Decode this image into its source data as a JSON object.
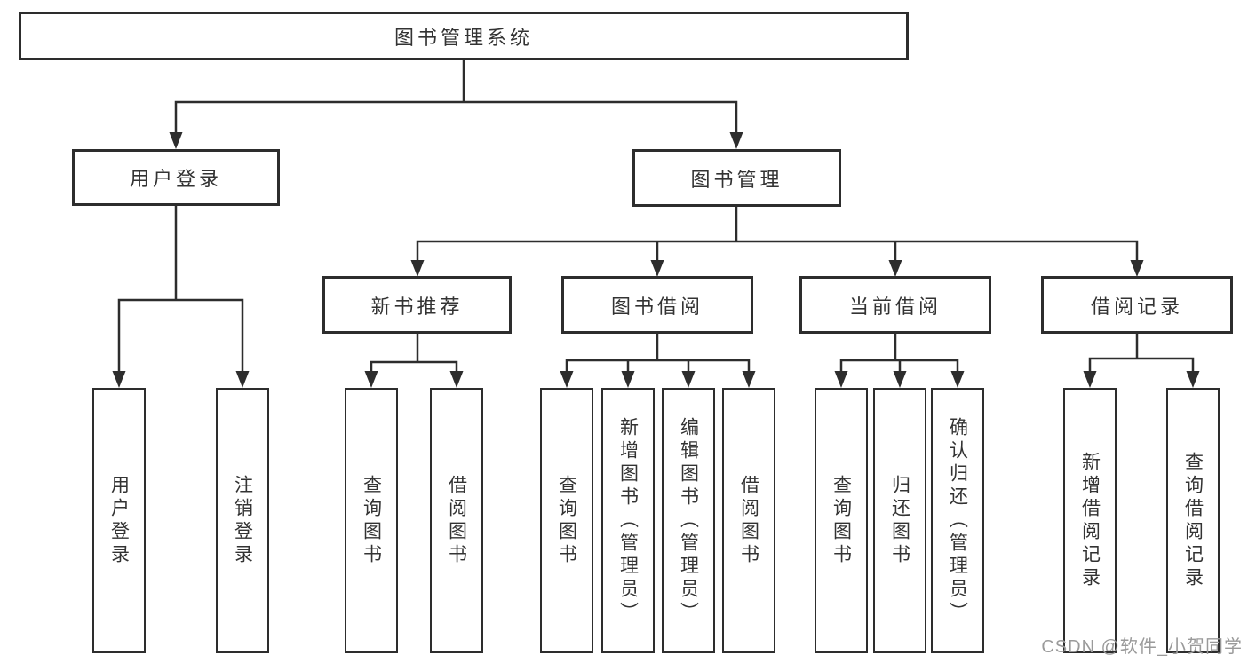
{
  "colors": {
    "line": "#2d2d2d",
    "text": "#333333",
    "background": "#ffffff",
    "watermark": "#9a9a9a"
  },
  "diagram": {
    "type": "hierarchy-tree",
    "root": {
      "label": "图书管理系统"
    },
    "level2": [
      {
        "label": "用户登录"
      },
      {
        "label": "图书管理"
      }
    ],
    "level3": [
      {
        "label": "新书推荐"
      },
      {
        "label": "图书借阅"
      },
      {
        "label": "当前借阅"
      },
      {
        "label": "借阅记录"
      }
    ],
    "leaves": {
      "user_login": [
        "用户登录",
        "注销登录"
      ],
      "new_book": [
        "查询图书",
        "借阅图书"
      ],
      "book_borrow": [
        "查询图书",
        "新增图书（管理员）",
        "编辑图书（管理员）",
        "借阅图书"
      ],
      "current_borrow": [
        "查询图书",
        "归还图书",
        "确认归还（管理员）"
      ],
      "borrow_records": [
        "新增借阅记录",
        "查询借阅记录"
      ]
    }
  },
  "watermark": {
    "text": "CSDN @软件_小贺同学"
  }
}
